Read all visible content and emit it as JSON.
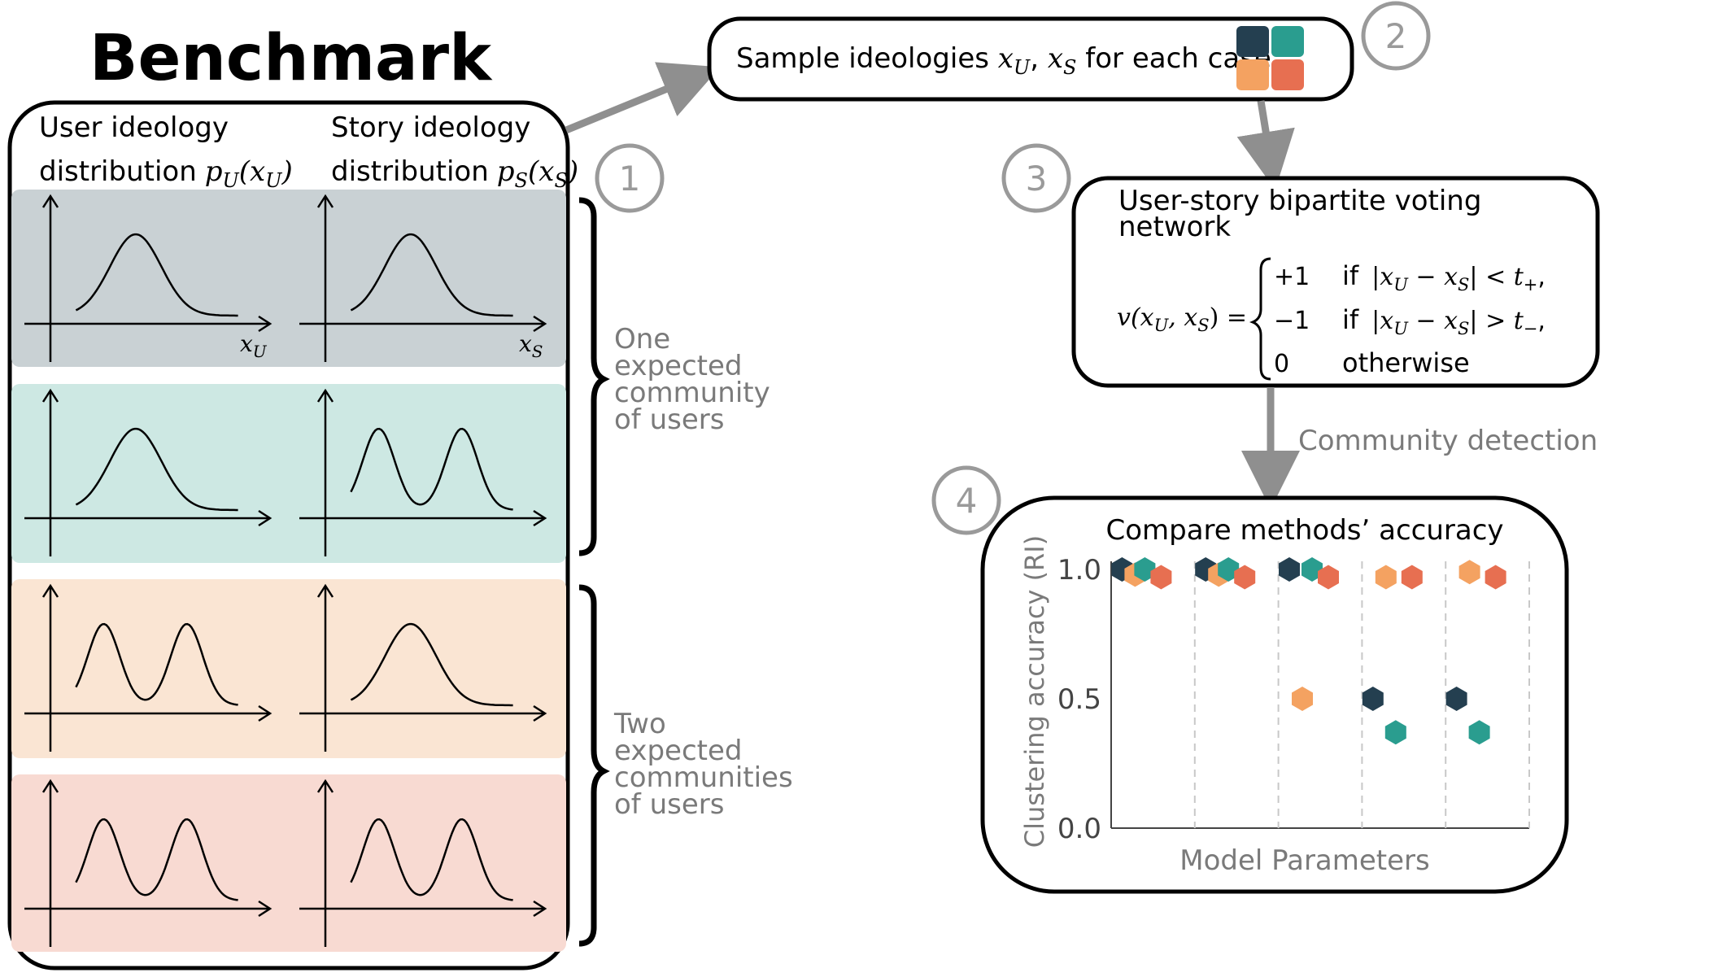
{
  "colors": {
    "dark": "#243f50",
    "teal": "#2a9d8f",
    "orange": "#f4a261",
    "red": "#e76f51",
    "row1_bg": "#c9d1d4",
    "row2_bg": "#cde8e3",
    "row3_bg": "#fae5d3",
    "row4_bg": "#f8dad2",
    "arrow_gray": "#8f8f8f",
    "step_circle_gray": "#9a9a9a",
    "text_gray": "#7a7a7a"
  },
  "benchmark": {
    "title": "Benchmark",
    "user_header_line1": "User ideology",
    "user_header_line2": "distribution",
    "user_formula": "p",
    "user_formula_sub": "U",
    "user_formula_arg": "(x",
    "user_formula_arg_sub": "U",
    "user_formula_close": ")",
    "story_header_line1": "Story ideology",
    "story_header_line2": "distribution",
    "story_formula": "p",
    "story_formula_sub": "S",
    "story_formula_arg": "(x",
    "story_formula_arg_sub": "S",
    "story_formula_close": ")",
    "axis_user_label": "x",
    "axis_user_sub": "U",
    "axis_story_label": "x",
    "axis_story_sub": "S",
    "rows": [
      {
        "user_modes": 1,
        "story_modes": 1
      },
      {
        "user_modes": 1,
        "story_modes": 2
      },
      {
        "user_modes": 2,
        "story_modes": 1
      },
      {
        "user_modes": 2,
        "story_modes": 2
      }
    ],
    "brace_one": [
      "One",
      "expected",
      "community",
      "of users"
    ],
    "brace_two": [
      "Two",
      "expected",
      "communities",
      "of users"
    ]
  },
  "steps": {
    "s1": "1",
    "s2": "2",
    "s3": "3",
    "s4": "4"
  },
  "step2": {
    "text_before": "Sample ideologies ",
    "x_u": "x",
    "x_u_sub": "U",
    "comma": ", ",
    "x_s": "x",
    "x_s_sub": "S",
    "text_after": " for each case"
  },
  "step3": {
    "title_line1": "User-story bipartite voting",
    "title_line2": "network",
    "lhs": "v(x",
    "lhs_sub1": "U",
    "lhs_mid": ", x",
    "lhs_sub2": "S",
    "lhs_end": ") =",
    "cases": [
      {
        "value": "+1",
        "cond_word": "if",
        "cond": "|x",
        "s1": "U",
        "m": " − x",
        "s2": "S",
        "rel": "| < t",
        "tsub": "+",
        "tail": ","
      },
      {
        "value": "−1",
        "cond_word": "if",
        "cond": "|x",
        "s1": "U",
        "m": " − x",
        "s2": "S",
        "rel": "| > t",
        "tsub": "−",
        "tail": ","
      },
      {
        "value": "0",
        "cond_word": "otherwise",
        "cond": "",
        "s1": "",
        "m": "",
        "s2": "",
        "rel": "",
        "tsub": "",
        "tail": ""
      }
    ]
  },
  "community_detection_label": "Community detection",
  "step4": {
    "title": "Compare methods’ accuracy",
    "ylabel": "Clustering accuracy (RI)",
    "xlabel": "Model Parameters"
  },
  "chart_data": {
    "type": "scatter",
    "title": "Compare methods’ accuracy",
    "xlabel": "Model Parameters",
    "ylabel": "Clustering accuracy (RI)",
    "ylim": [
      0,
      1
    ],
    "yticks": [
      "0.0",
      "0.5",
      "1.0"
    ],
    "groups": 5,
    "grid": "vertical dashed separators between groups",
    "series": [
      {
        "color": "dark",
        "points": [
          [
            1,
            1.0
          ],
          [
            2,
            1.0
          ],
          [
            3,
            1.0
          ],
          [
            4,
            0.5
          ],
          [
            5,
            0.5
          ]
        ]
      },
      {
        "color": "orange",
        "points": [
          [
            1,
            0.98
          ],
          [
            2,
            0.98
          ],
          [
            3,
            0.5
          ],
          [
            4,
            0.97
          ],
          [
            5,
            0.99
          ]
        ]
      },
      {
        "color": "teal",
        "points": [
          [
            1,
            1.0
          ],
          [
            2,
            1.0
          ],
          [
            3,
            1.0
          ],
          [
            4,
            0.37
          ],
          [
            5,
            0.37
          ]
        ]
      },
      {
        "color": "red",
        "points": [
          [
            1,
            0.97
          ],
          [
            2,
            0.97
          ],
          [
            3,
            0.97
          ],
          [
            4,
            0.97
          ],
          [
            5,
            0.97
          ]
        ]
      }
    ]
  }
}
